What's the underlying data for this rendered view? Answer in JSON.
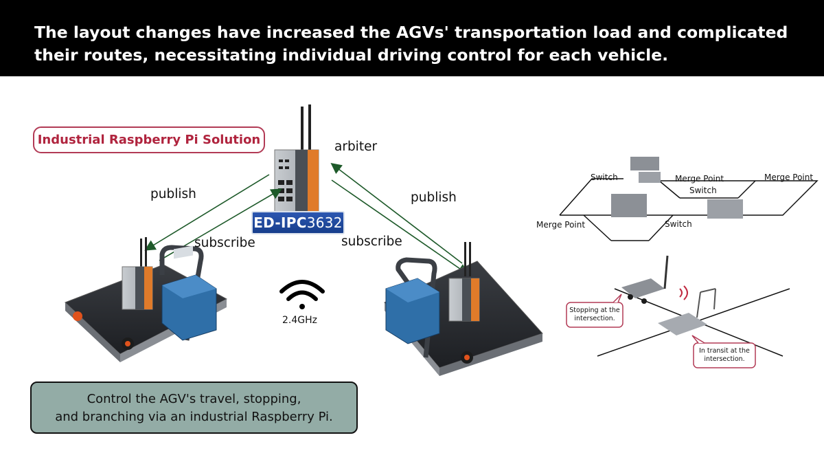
{
  "header": {
    "line1": "The layout changes have increased the AGVs' transportation load and complicated",
    "line2": "their routes, necessitating individual driving control for each vehicle."
  },
  "solution_label": "Industrial Raspberry Pi Solution",
  "arbiter": {
    "label": "arbiter",
    "device_prefix": "ED-IPC",
    "device_number": "3632"
  },
  "links": {
    "left_publish": "publish",
    "left_subscribe": "subscribe",
    "right_publish": "publish",
    "right_subscribe": "subscribe"
  },
  "wireless": {
    "frequency": "2.4GHz"
  },
  "info_box": {
    "line1": "Control the AGV's travel, stopping,",
    "line2": "and branching via an industrial Raspberry Pi."
  },
  "route_diagram": {
    "switch_top": "Switch",
    "merge_point_top": "Merge Point",
    "switch_middle": "Switch",
    "merge_point_right": "Merge Point",
    "merge_point_left": "Merge Point",
    "switch_bottom": "Switch"
  },
  "intersection_diagram": {
    "stopping_line1": "Stopping at the",
    "stopping_line2": "intersection.",
    "transit_line1": "In transit at the",
    "transit_line2": "intersection."
  },
  "colors": {
    "header_bg": "#000000",
    "accent_red": "#b0243e",
    "arrow_green": "#1e5a2a",
    "info_box_bg": "#93aca6",
    "agv_blue": "#2f6fa8",
    "ipc_orange": "#e07b2a"
  }
}
